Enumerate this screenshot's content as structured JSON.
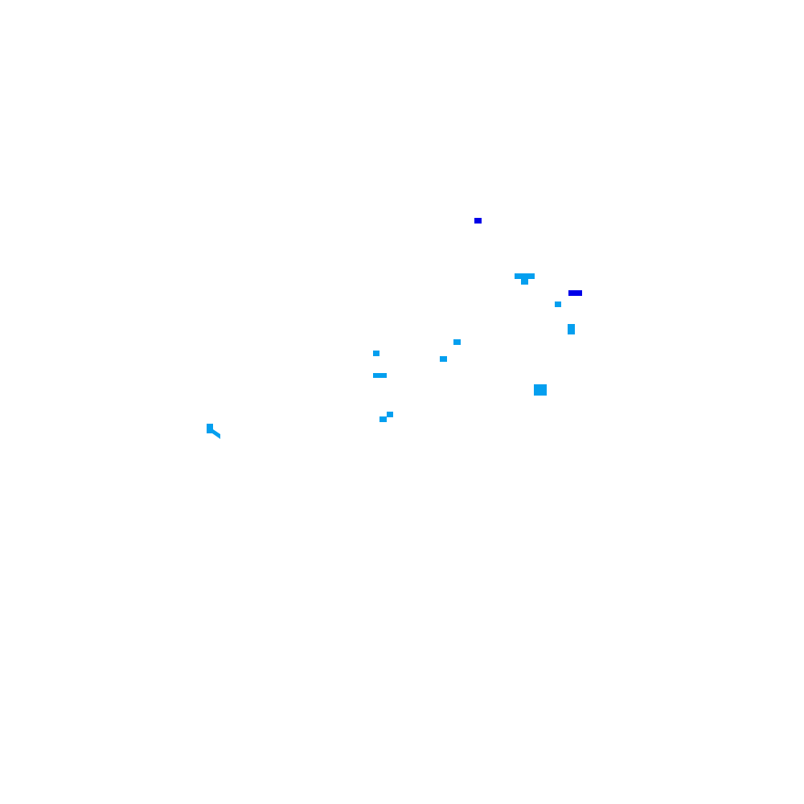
{
  "colors": {
    "background": "#ffffff",
    "light_blue": "#049fef",
    "dark_blue": "#0000e8"
  },
  "features": [
    {
      "id": "f1",
      "tone": "dark_blue"
    },
    {
      "id": "f2",
      "tone": "light_blue"
    },
    {
      "id": "f3",
      "tone": "dark_blue"
    },
    {
      "id": "f4",
      "tone": "light_blue"
    },
    {
      "id": "f5",
      "tone": "light_blue"
    },
    {
      "id": "f6",
      "tone": "light_blue"
    },
    {
      "id": "f7",
      "tone": "light_blue"
    },
    {
      "id": "f8",
      "tone": "light_blue"
    },
    {
      "id": "f9",
      "tone": "light_blue"
    },
    {
      "id": "f10",
      "tone": "light_blue"
    },
    {
      "id": "f11",
      "tone": "light_blue"
    },
    {
      "id": "f12",
      "tone": "light_blue"
    }
  ]
}
